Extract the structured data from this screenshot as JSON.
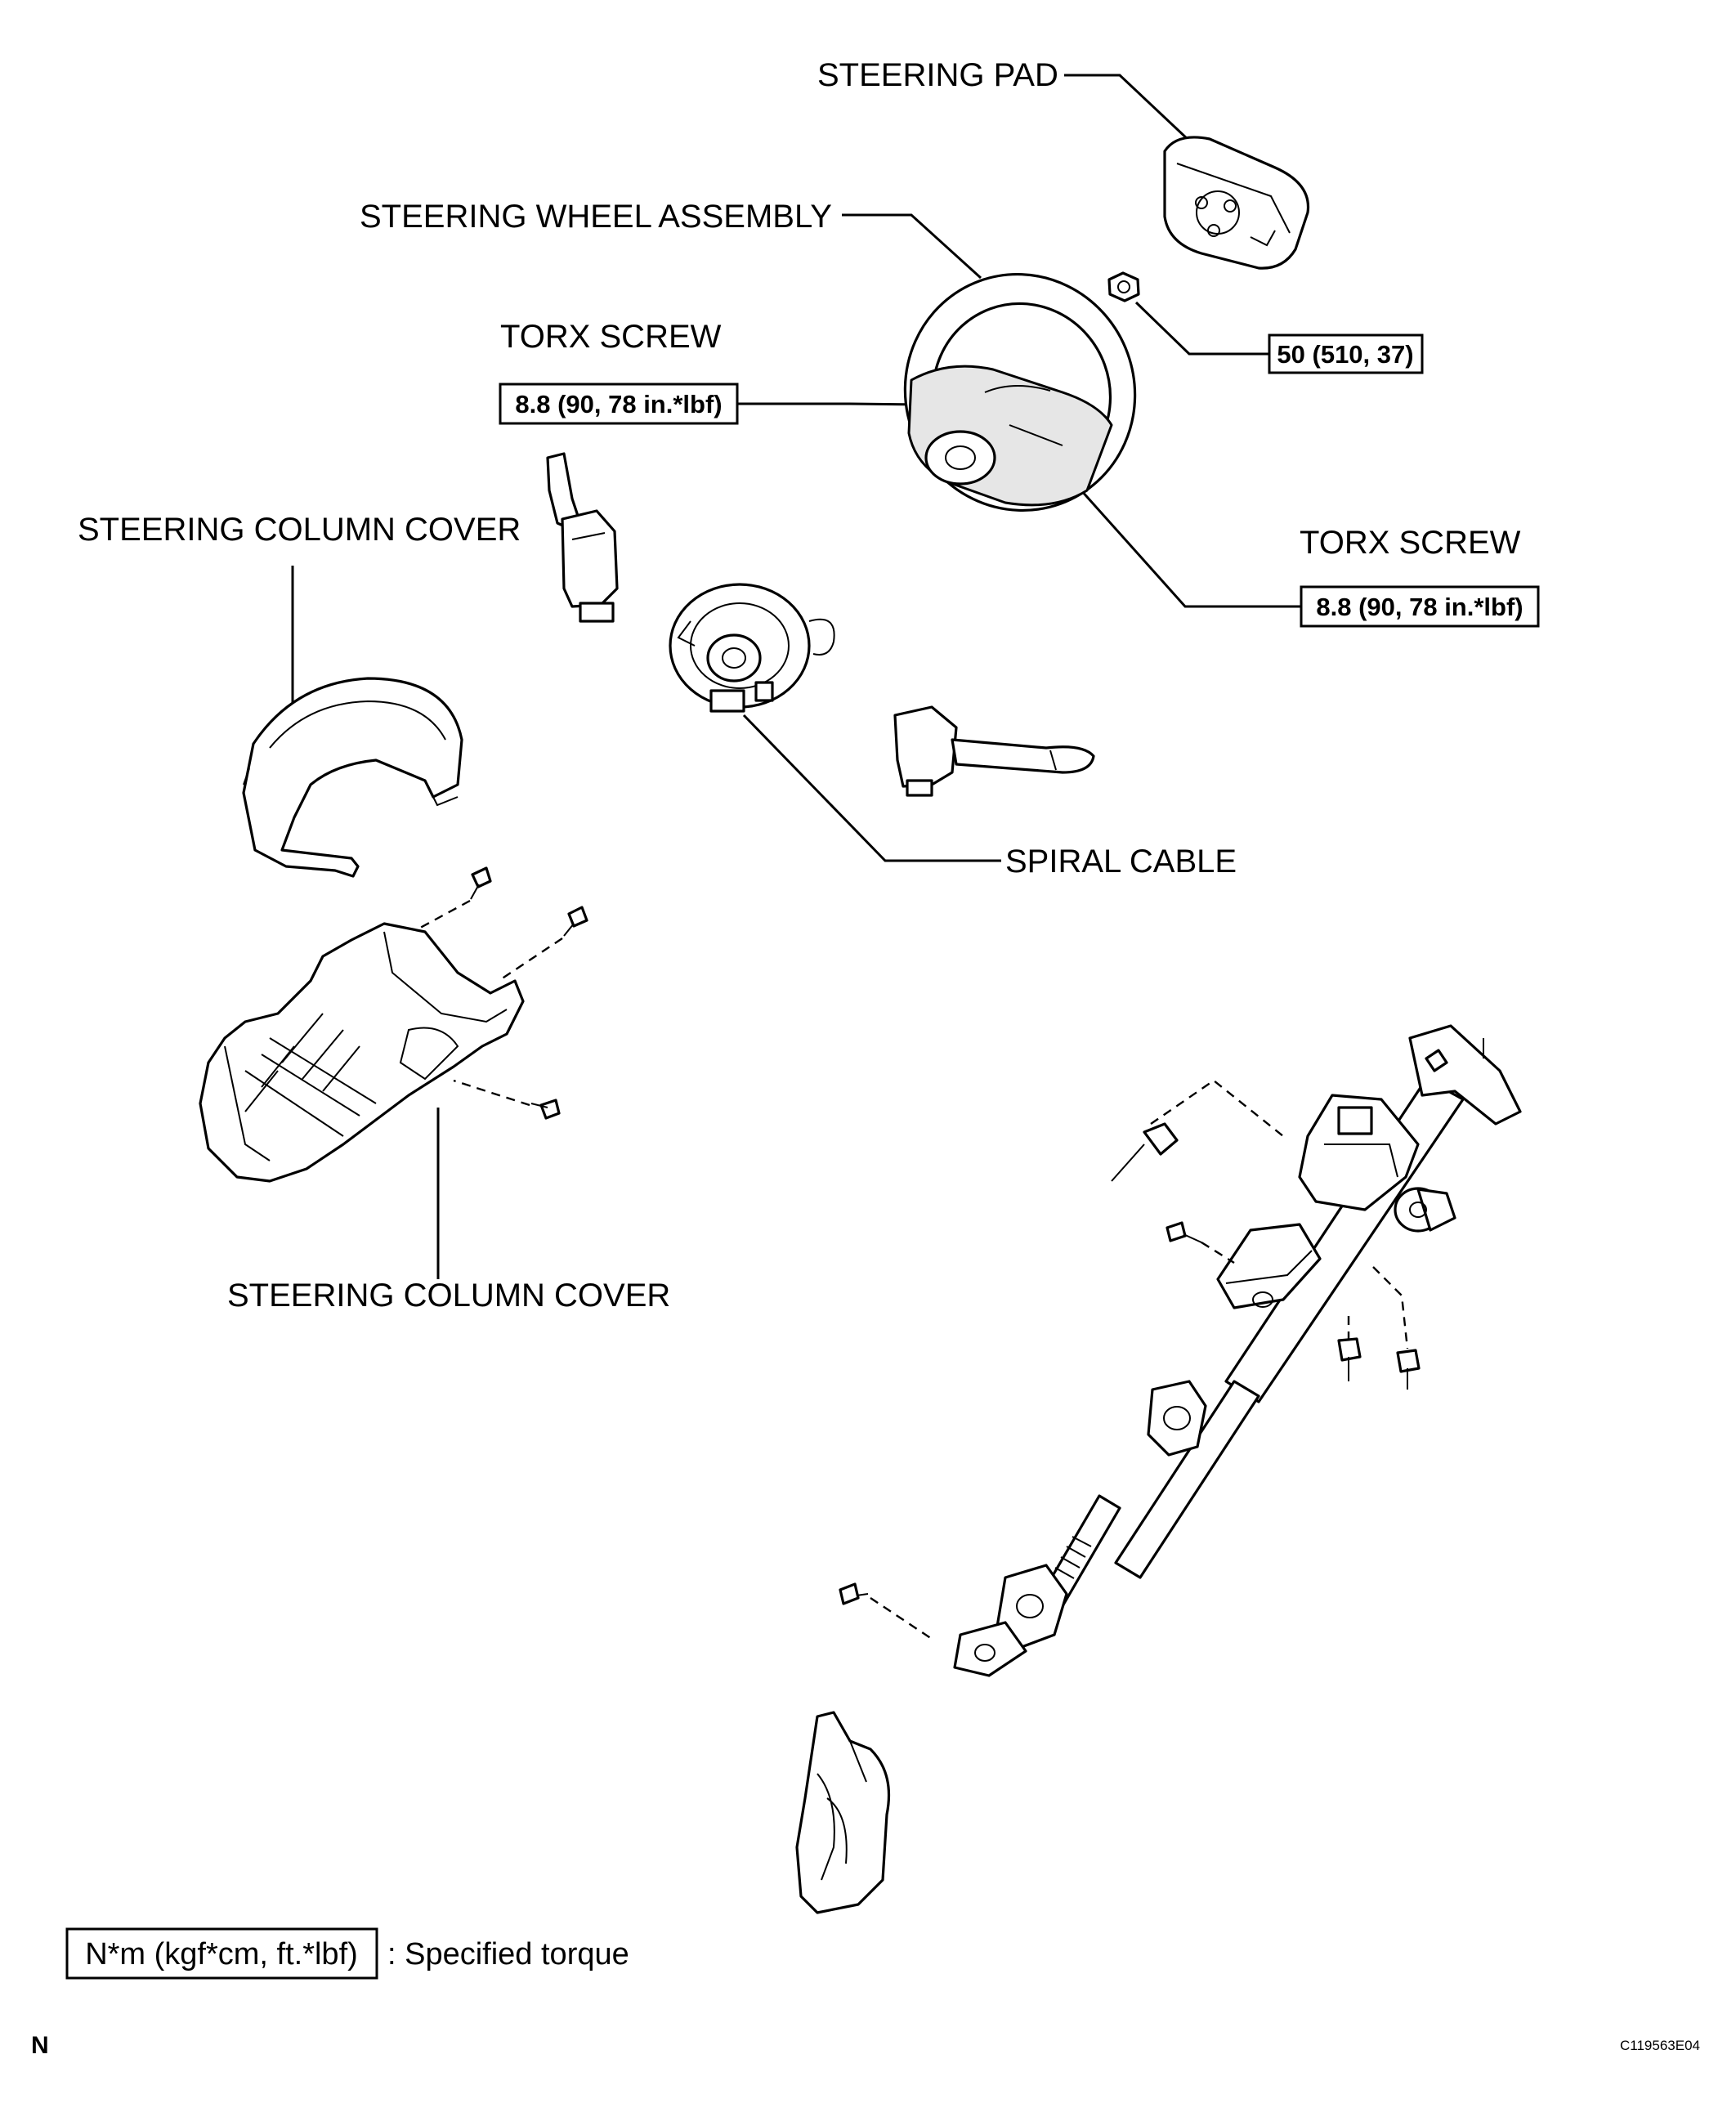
{
  "labels": {
    "steering_pad": "STEERING PAD",
    "steering_wheel_assembly": "STEERING WHEEL ASSEMBLY",
    "torx_screw_left": "TORX SCREW",
    "torx_screw_right": "TORX SCREW",
    "steering_column_cover_upper": "STEERING COLUMN COVER",
    "steering_column_cover_lower": "STEERING COLUMN COVER",
    "spiral_cable": "SPIRAL CABLE"
  },
  "torques": {
    "nut": "50 (510, 37)",
    "torx_left": "8.8 (90, 78 in.*lbf)",
    "torx_right": "8.8 (90, 78 in.*lbf)"
  },
  "legend": {
    "box_text": "N*m (kgf*cm, ft.*lbf)",
    "description": ": Specified torque"
  },
  "footer": {
    "corner_mark": "N",
    "figure_id": "C119563E04"
  }
}
